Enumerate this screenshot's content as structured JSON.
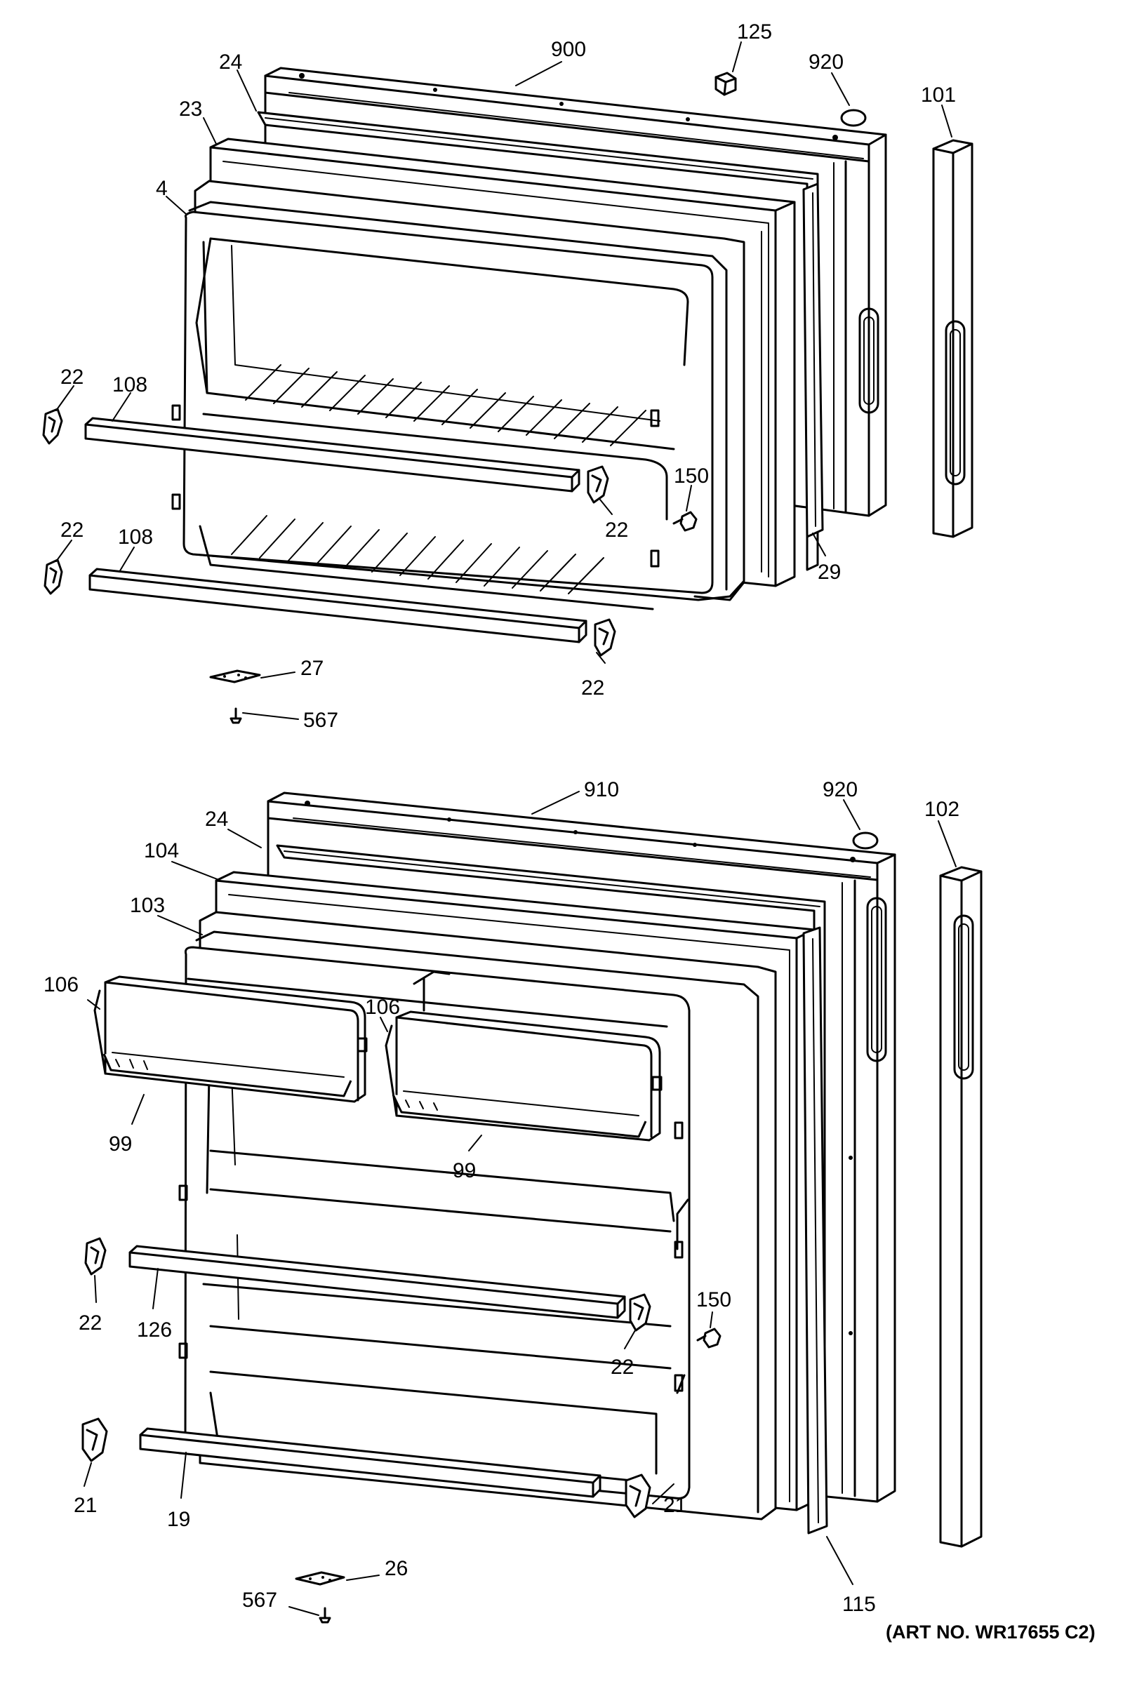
{
  "top_assembly": {
    "callouts": {
      "frame": "900",
      "spacer": "125",
      "plug": "920",
      "handle": "101",
      "gasket": "24",
      "liner_gasket": "23",
      "liner": "4",
      "clip_left_1": "22",
      "clip_left_2": "22",
      "clip_right_1": "22",
      "clip_right_2": "22",
      "shelf_1": "108",
      "shelf_2": "108",
      "door_stop": "150",
      "trim": "29",
      "hinge_plate": "27",
      "screw": "567"
    }
  },
  "bottom_assembly": {
    "callouts": {
      "frame": "910",
      "plug": "920",
      "handle": "102",
      "gasket": "24",
      "outer_gasket": "104",
      "inner_gasket": "103",
      "bin_left": "106",
      "bin_right": "106",
      "bin_front_left": "99",
      "bin_front_right": "99",
      "clip_left": "22",
      "clip_right": "22",
      "shelf_mid": "126",
      "door_stop": "150",
      "clip_low_left": "21",
      "clip_low_right": "21",
      "shelf_low": "19",
      "trim": "115",
      "hinge_plate": "26",
      "screw": "567"
    }
  },
  "art_number": "(ART NO. WR17655 C2)"
}
